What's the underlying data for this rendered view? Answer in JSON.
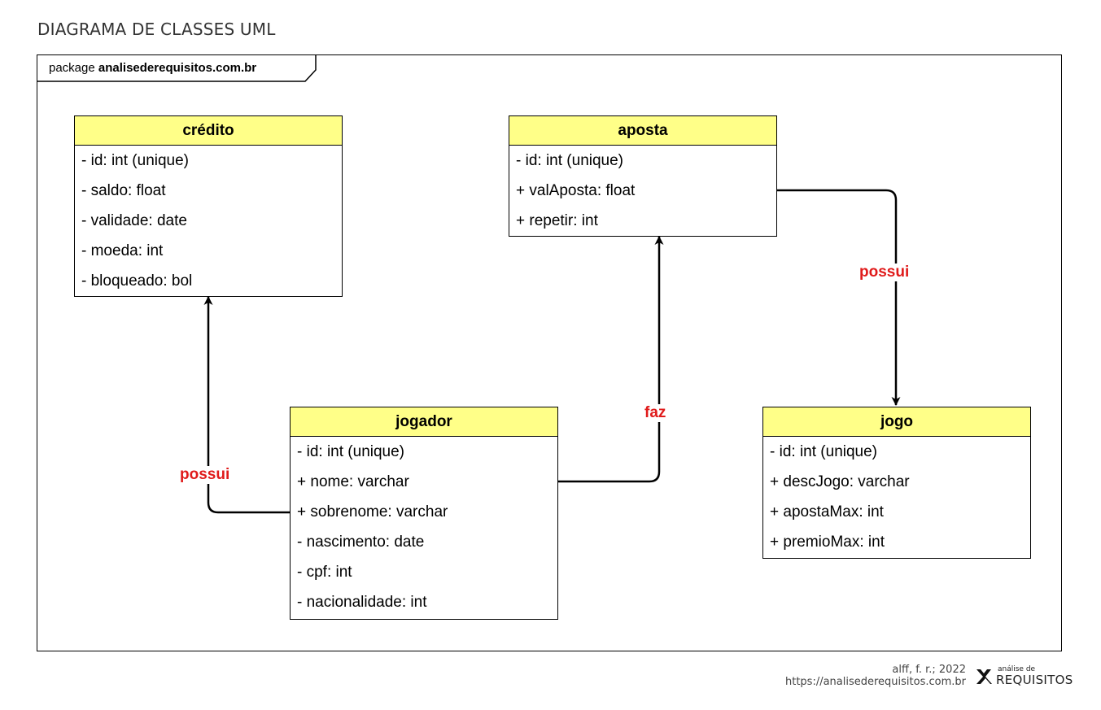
{
  "title": "DIAGRAMA DE CLASSES UML",
  "package": {
    "keyword": "package",
    "name": "analisederequisitos.com.br"
  },
  "classes": {
    "credito": {
      "name": "crédito",
      "attributes": [
        "- id: int (unique)",
        "- saldo: float",
        "- validade: date",
        "- moeda: int",
        "- bloqueado: bol"
      ]
    },
    "aposta": {
      "name": "aposta",
      "attributes": [
        "- id: int (unique)",
        "+ valAposta: float",
        "+ repetir: int"
      ]
    },
    "jogador": {
      "name": "jogador",
      "attributes": [
        "- id: int (unique)",
        "+ nome: varchar",
        "+ sobrenome: varchar",
        "- nascimento: date",
        "- cpf: int",
        "- nacionalidade: int"
      ]
    },
    "jogo": {
      "name": "jogo",
      "attributes": [
        "- id: int (unique)",
        "+ descJogo: varchar",
        "+ apostaMax: int",
        "+ premioMax: int"
      ]
    }
  },
  "associations": [
    {
      "from": "jogador",
      "to": "credito",
      "label": "possui"
    },
    {
      "from": "jogador",
      "to": "aposta",
      "label": "faz"
    },
    {
      "from": "aposta",
      "to": "jogo",
      "label": "possui"
    }
  ],
  "colors": {
    "class_header": "#ffff88",
    "association_label": "#e01b1b"
  },
  "footer": {
    "author": "alff, f. r.; 2022",
    "url": "https://analisederequisitos.com.br"
  },
  "logo": {
    "small": "análise de",
    "big": "REQUISITOS"
  }
}
